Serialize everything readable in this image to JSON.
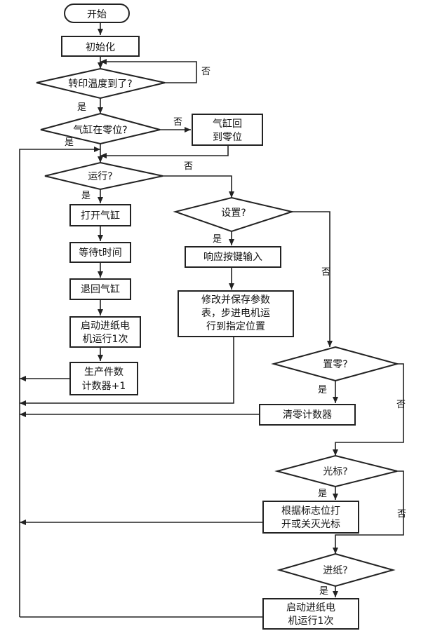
{
  "nodes": {
    "start": "开始",
    "init": "初始化",
    "temp_check": "转印温度到了?",
    "cyl_zero_check": "气缸在零位?",
    "cyl_return_1": "气缸回",
    "cyl_return_2": "到零位",
    "run_check": "运行?",
    "open_cyl": "打开气缸",
    "wait_t": "等待t时间",
    "back_cyl": "退回气缸",
    "feed_motor_a1": "启动进纸电",
    "feed_motor_a2": "机运行1次",
    "counter_1": "生产件数",
    "counter_2": "计数器+1",
    "setup_check": "设置?",
    "key_input": "响应按键输入",
    "params_1": "修改并保存参数",
    "params_2": "表，步进电机运",
    "params_3": "行到指定位置",
    "reset_check": "置零?",
    "clear_counter": "清零计数器",
    "cursor_check": "光标?",
    "cursor_1": "根据标志位打",
    "cursor_2": "开或关灭光标",
    "feed_check": "进纸?",
    "feed_motor_b1": "启动进纸电",
    "feed_motor_b2": "机运行1次"
  },
  "labels": {
    "yes": "是",
    "no": "否"
  }
}
